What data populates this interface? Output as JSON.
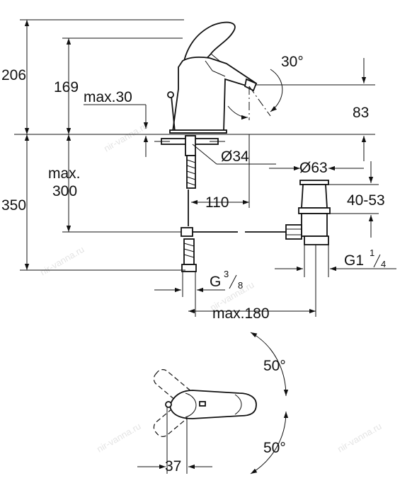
{
  "watermark": "nir-vanna.ru",
  "dimensions": {
    "d206": "206",
    "d169": "169",
    "max30": "max.30",
    "angle30": "30°",
    "d83": "83",
    "dia34": "Ø34",
    "dia63": "Ø63",
    "max_label": "max.",
    "d300": "300",
    "d350": "350",
    "d110": "110",
    "d40_53": "40-53",
    "g1": "G1",
    "g1_num": "1",
    "g1_den": "4",
    "g": "G",
    "g_num": "3",
    "g_den": "8",
    "max180": "max.180",
    "angle50_top": "50°",
    "angle50_bottom": "50°",
    "d37": "37"
  }
}
